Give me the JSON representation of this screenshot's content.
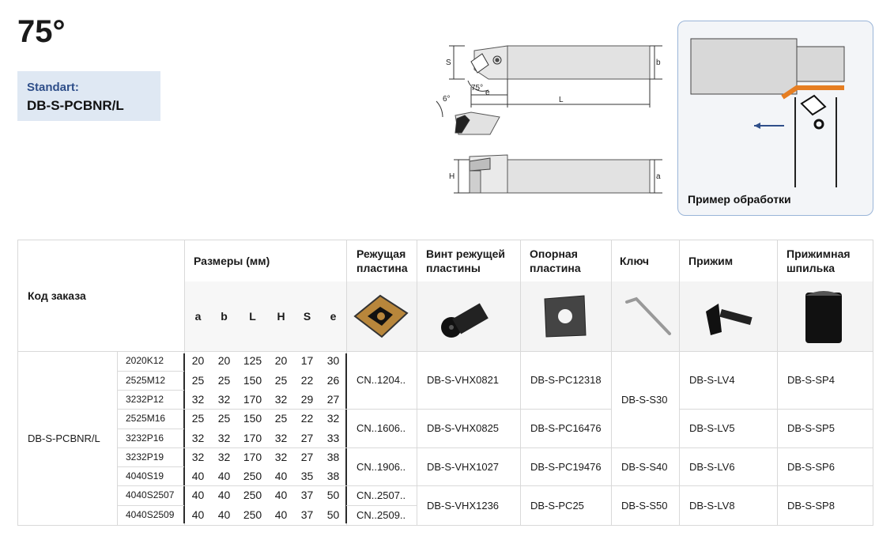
{
  "title": "75°",
  "standart": {
    "label": "Standart:",
    "code": "DB-S-PCBNR/L"
  },
  "drawing": {
    "labels": {
      "S": "S",
      "b": "b",
      "e": "e",
      "L": "L",
      "H": "H",
      "a": "a",
      "angle75": "75°",
      "angle6": "6°"
    }
  },
  "example": {
    "caption": "Пример обработки"
  },
  "table": {
    "headers": {
      "order_code": "Код заказа",
      "dimensions": "Размеры (мм)",
      "insert": "Режущая пластина",
      "screw": "Винт режущей пластины",
      "shim": "Опорная пластина",
      "key": "Ключ",
      "clamp": "Прижим",
      "pin": "Прижимная шпилька"
    },
    "dim_columns": [
      "a",
      "b",
      "L",
      "H",
      "S",
      "e"
    ],
    "family": "DB-S-PCBNR/L",
    "rows": [
      {
        "code": "2020K12",
        "a": "20",
        "b": "20",
        "L": "125",
        "H": "20",
        "S": "17",
        "e": "30"
      },
      {
        "code": "2525M12",
        "a": "25",
        "b": "25",
        "L": "150",
        "H": "25",
        "S": "22",
        "e": "26"
      },
      {
        "code": "3232P12",
        "a": "32",
        "b": "32",
        "L": "170",
        "H": "32",
        "S": "29",
        "e": "27"
      },
      {
        "code": "2525M16",
        "a": "25",
        "b": "25",
        "L": "150",
        "H": "25",
        "S": "22",
        "e": "32"
      },
      {
        "code": "3232P16",
        "a": "32",
        "b": "32",
        "L": "170",
        "H": "32",
        "S": "27",
        "e": "33"
      },
      {
        "code": "3232P19",
        "a": "32",
        "b": "32",
        "L": "170",
        "H": "32",
        "S": "27",
        "e": "38"
      },
      {
        "code": "4040S19",
        "a": "40",
        "b": "40",
        "L": "250",
        "H": "40",
        "S": "35",
        "e": "38"
      },
      {
        "code": "4040S2507",
        "a": "40",
        "b": "40",
        "L": "250",
        "H": "40",
        "S": "37",
        "e": "50"
      },
      {
        "code": "4040S2509",
        "a": "40",
        "b": "40",
        "L": "250",
        "H": "40",
        "S": "37",
        "e": "50"
      }
    ],
    "inserts": [
      "CN..1204..",
      "CN..1606..",
      "CN..1906..",
      "CN..2507..",
      "CN..2509.."
    ],
    "screws": [
      "DB-S-VHX0821",
      "DB-S-VHX0825",
      "DB-S-VHX1027",
      "DB-S-VHX1236"
    ],
    "shims": [
      "DB-S-PC12318",
      "DB-S-PC16476",
      "DB-S-PC19476",
      "DB-S-PC25"
    ],
    "keys": [
      "DB-S-S30",
      "DB-S-S40",
      "DB-S-S50"
    ],
    "clamps": [
      "DB-S-LV4",
      "DB-S-LV5",
      "DB-S-LV6",
      "DB-S-LV8"
    ],
    "pins": [
      "DB-S-SP4",
      "DB-S-SP5",
      "DB-S-SP6",
      "DB-S-SP8"
    ]
  }
}
